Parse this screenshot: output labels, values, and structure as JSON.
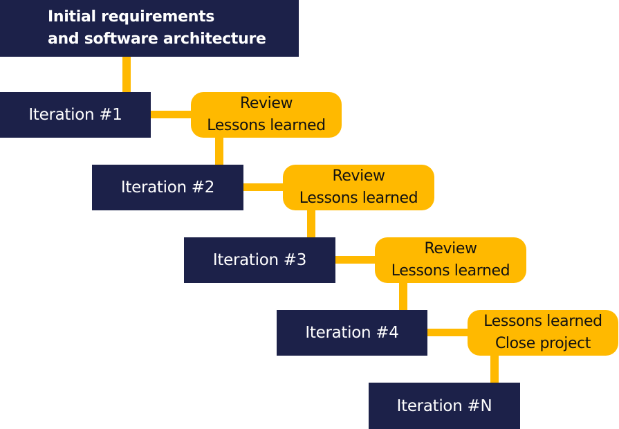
{
  "start": {
    "line1": "Initial requirements",
    "line2": "and software architecture"
  },
  "iterations": [
    {
      "label": "Iteration #1",
      "note": [
        "Review",
        "Lessons learned"
      ]
    },
    {
      "label": "Iteration #2",
      "note": [
        "Review",
        "Lessons learned"
      ]
    },
    {
      "label": "Iteration #3",
      "note": [
        "Review",
        "Lessons learned"
      ]
    },
    {
      "label": "Iteration #4",
      "note": [
        "Lessons learned",
        "Close project"
      ]
    },
    {
      "label": "Iteration #N"
    }
  ],
  "colors": {
    "box": "#1C2149",
    "accent": "#FFB900"
  }
}
